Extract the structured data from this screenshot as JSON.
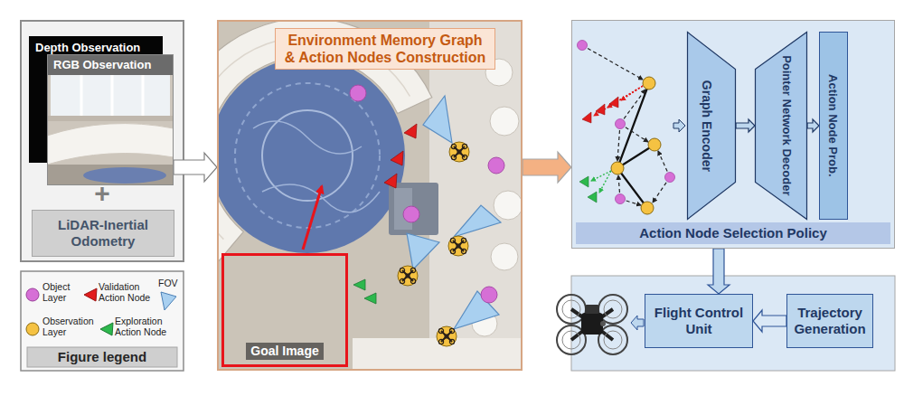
{
  "diagram": {
    "nodes": [
      {
        "text": [
          "Depth Observation"
        ]
      },
      {
        "text": [
          "RGB Observation"
        ]
      },
      {
        "text": [
          "LiDAR-Inertial Odometry"
        ]
      },
      {
        "text": [
          "Environment Memory Graph & Action Nodes Construction"
        ]
      },
      {
        "text": [
          "Goal Image"
        ],
        "in": 3
      },
      {
        "text": [
          "Action Node Selection Policy"
        ]
      },
      {
        "text": [
          "Graph Encoder"
        ],
        "in": 5
      },
      {
        "text": [
          "Pointer Network Decoder"
        ],
        "in": 5
      },
      {
        "text": [
          "Action Node Prob."
        ],
        "in": 5
      },
      {
        "text": [
          "Flight Control Unit"
        ]
      },
      {
        "text": [
          "Trajectory Generation"
        ]
      }
    ],
    "edges": [
      {
        "from": 1,
        "to": 3,
        "arrow": "to"
      },
      {
        "from": 3,
        "to": 5,
        "arrow": "to"
      },
      {
        "from": 5,
        "to": 9,
        "arrow": "to"
      },
      {
        "from": 10,
        "to": 9,
        "arrow": "to"
      },
      {
        "from": 6,
        "to": 7,
        "arrow": "to"
      },
      {
        "from": 7,
        "to": 8,
        "arrow": "to"
      }
    ],
    "labels": [
      "+",
      "Figure legend"
    ],
    "legend": [
      {
        "text": "Object Layer",
        "color": "#d66fd6"
      },
      {
        "text": "Validation Action Node",
        "color": "#e21c1c"
      },
      {
        "text": "Observation Layer",
        "color": "#f5c242"
      },
      {
        "text": "Exploration Action Node",
        "color": "#2db84d"
      },
      {
        "text": "FOV",
        "color": "#a9d0f0"
      }
    ]
  }
}
